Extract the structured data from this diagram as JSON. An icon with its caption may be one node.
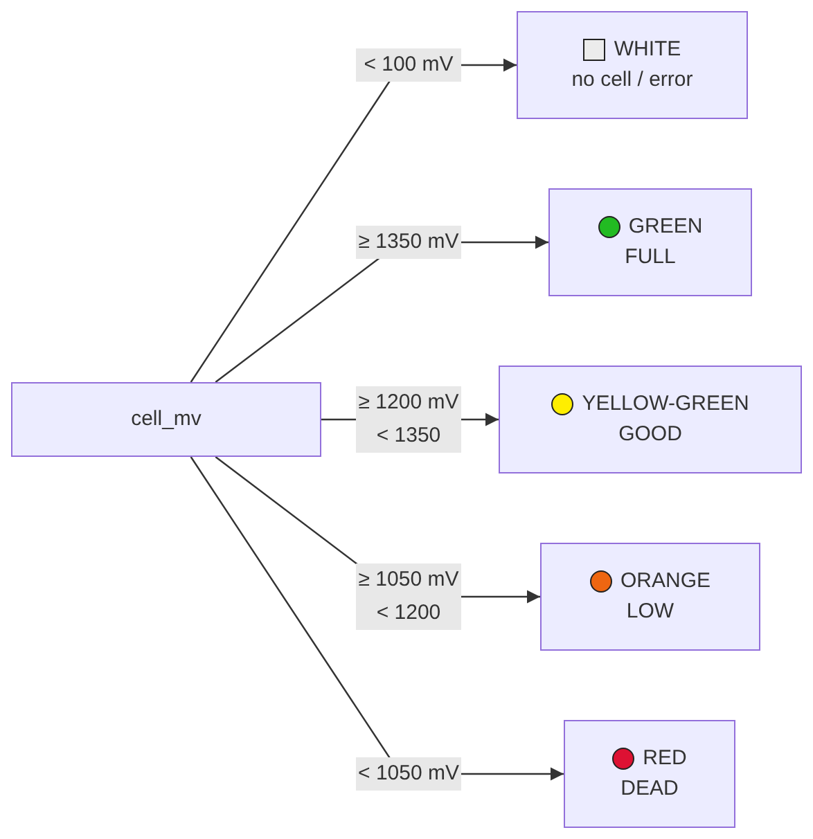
{
  "diagram": {
    "nodes": [
      {
        "text": [
          "cell_mv"
        ]
      },
      {
        "text": [
          "WHITE",
          "no cell / error"
        ]
      },
      {
        "text": [
          "GREEN",
          "FULL"
        ]
      },
      {
        "text": [
          "YELLOW-GREEN",
          "GOOD"
        ]
      },
      {
        "text": [
          "ORANGE",
          "LOW"
        ]
      },
      {
        "text": [
          "RED",
          "DEAD"
        ]
      }
    ],
    "edges": [
      {
        "from": 0,
        "to": 1,
        "arrow": "to",
        "label": "< 100 mV"
      },
      {
        "from": 0,
        "to": 2,
        "arrow": "to",
        "label": "≥ 1350 mV"
      },
      {
        "from": 0,
        "to": 3,
        "arrow": "to",
        "label": "≥ 1200 mV < 1350"
      },
      {
        "from": 0,
        "to": 4,
        "arrow": "to",
        "label": "≥ 1050 mV < 1200"
      },
      {
        "from": 0,
        "to": 5,
        "arrow": "to",
        "label": "< 1050 mV"
      }
    ]
  }
}
